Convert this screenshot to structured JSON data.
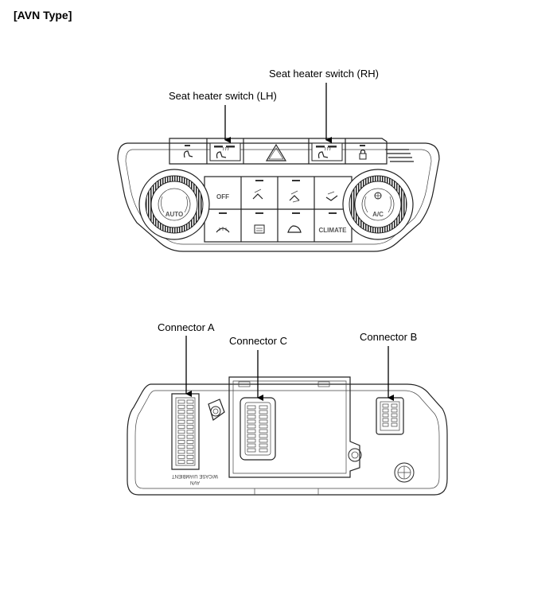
{
  "header": {
    "title": "[AVN Type]"
  },
  "front_panel": {
    "labels": {
      "seat_heater_lh": "Seat heater switch (LH)",
      "seat_heater_rh": "Seat heater switch (RH)"
    },
    "knob_left_text": "AUTO",
    "knob_right_text": "A/C",
    "button_off": "OFF",
    "button_climate": "CLIMATE"
  },
  "rear_panel": {
    "labels": {
      "connector_a": "Connector A",
      "connector_b": "Connector B",
      "connector_c": "Connector C"
    },
    "marking_line1": "AVN",
    "marking_line2": "W/CASE U/AMBIENT"
  }
}
